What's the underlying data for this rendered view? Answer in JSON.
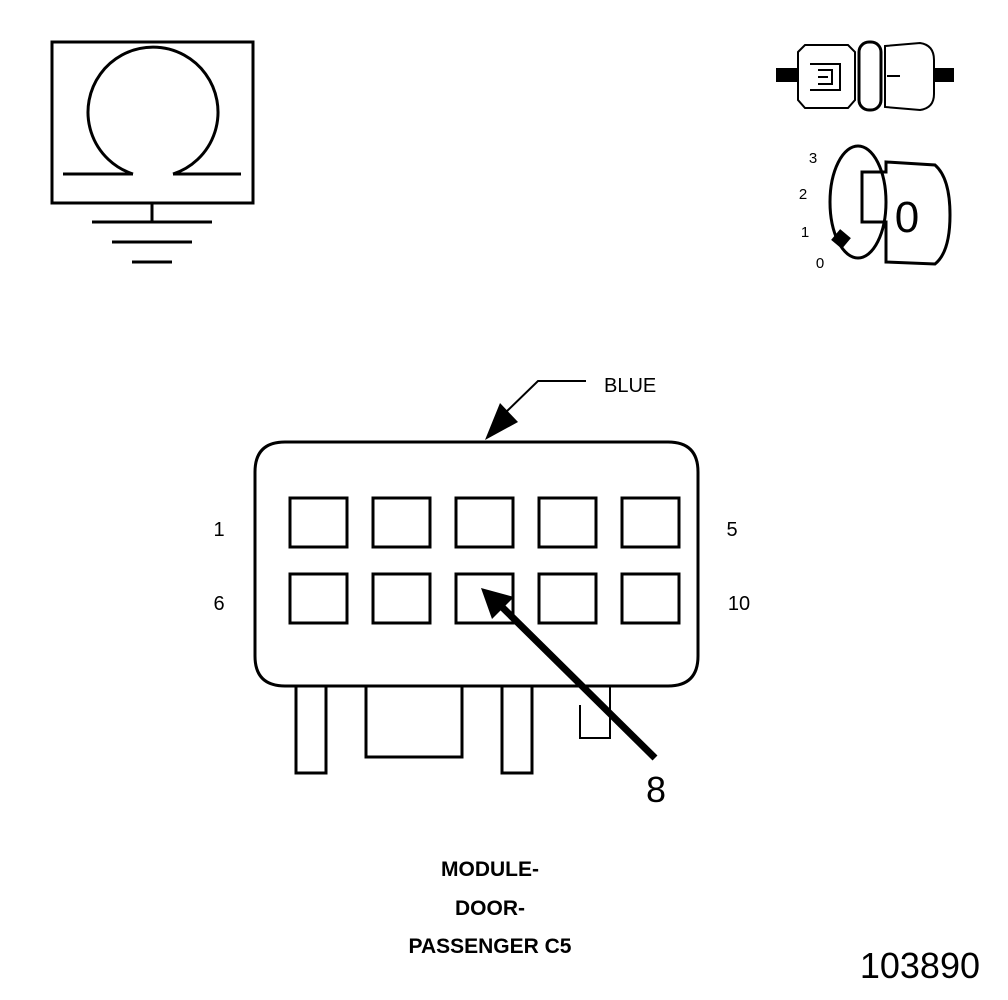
{
  "ohmmeter_icon": {
    "symbol": "Ω",
    "icon": "ohmmeter-ground-icon"
  },
  "connector_icon": {
    "icon": "disconnect-connector-icon"
  },
  "ignition": {
    "icon": "ignition-key-icon",
    "positions": [
      "3",
      "2",
      "1",
      "0"
    ],
    "key_label": "0"
  },
  "connector": {
    "color_label": "BLUE",
    "pin_left_top": "1",
    "pin_right_top": "5",
    "pin_left_bottom": "6",
    "pin_right_bottom": "10",
    "callout_pin": "8",
    "rows": 2,
    "cols": 5
  },
  "caption": {
    "line1": "MODULE-",
    "line2": "DOOR-",
    "line3": "PASSENGER C5"
  },
  "figure_id": "103890"
}
